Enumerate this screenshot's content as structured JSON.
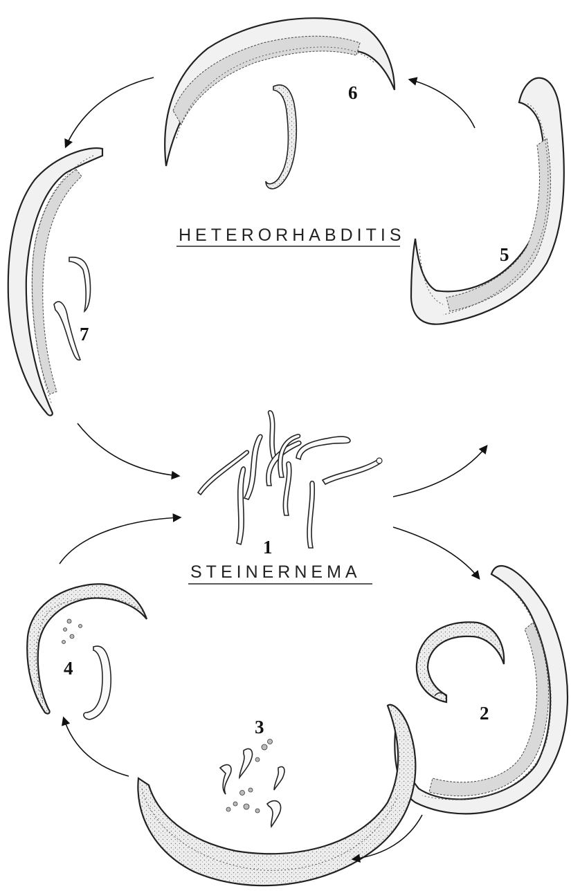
{
  "labels": {
    "heterorhabditis": "HETERORHABDITIS",
    "steinernema": "STEINERNEMA"
  },
  "stages": [
    "1",
    "2",
    "3",
    "4",
    "5",
    "6",
    "7"
  ]
}
